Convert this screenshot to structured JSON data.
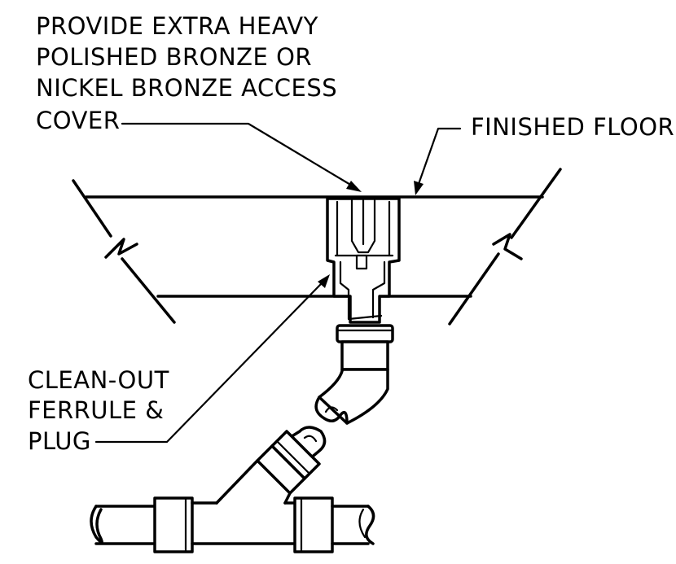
{
  "labels": {
    "cover": {
      "line1": "PROVIDE EXTRA HEAVY",
      "line2": "POLISHED BRONZE OR",
      "line3": "NICKEL BRONZE ACCESS",
      "line4": "COVER"
    },
    "floor": "FINISHED FLOOR",
    "ferrule": {
      "line1": "CLEAN-OUT",
      "line2": "FERRULE &",
      "line3": "PLUG"
    }
  },
  "colors": {
    "ink": "#000000",
    "paper": "#ffffff"
  }
}
